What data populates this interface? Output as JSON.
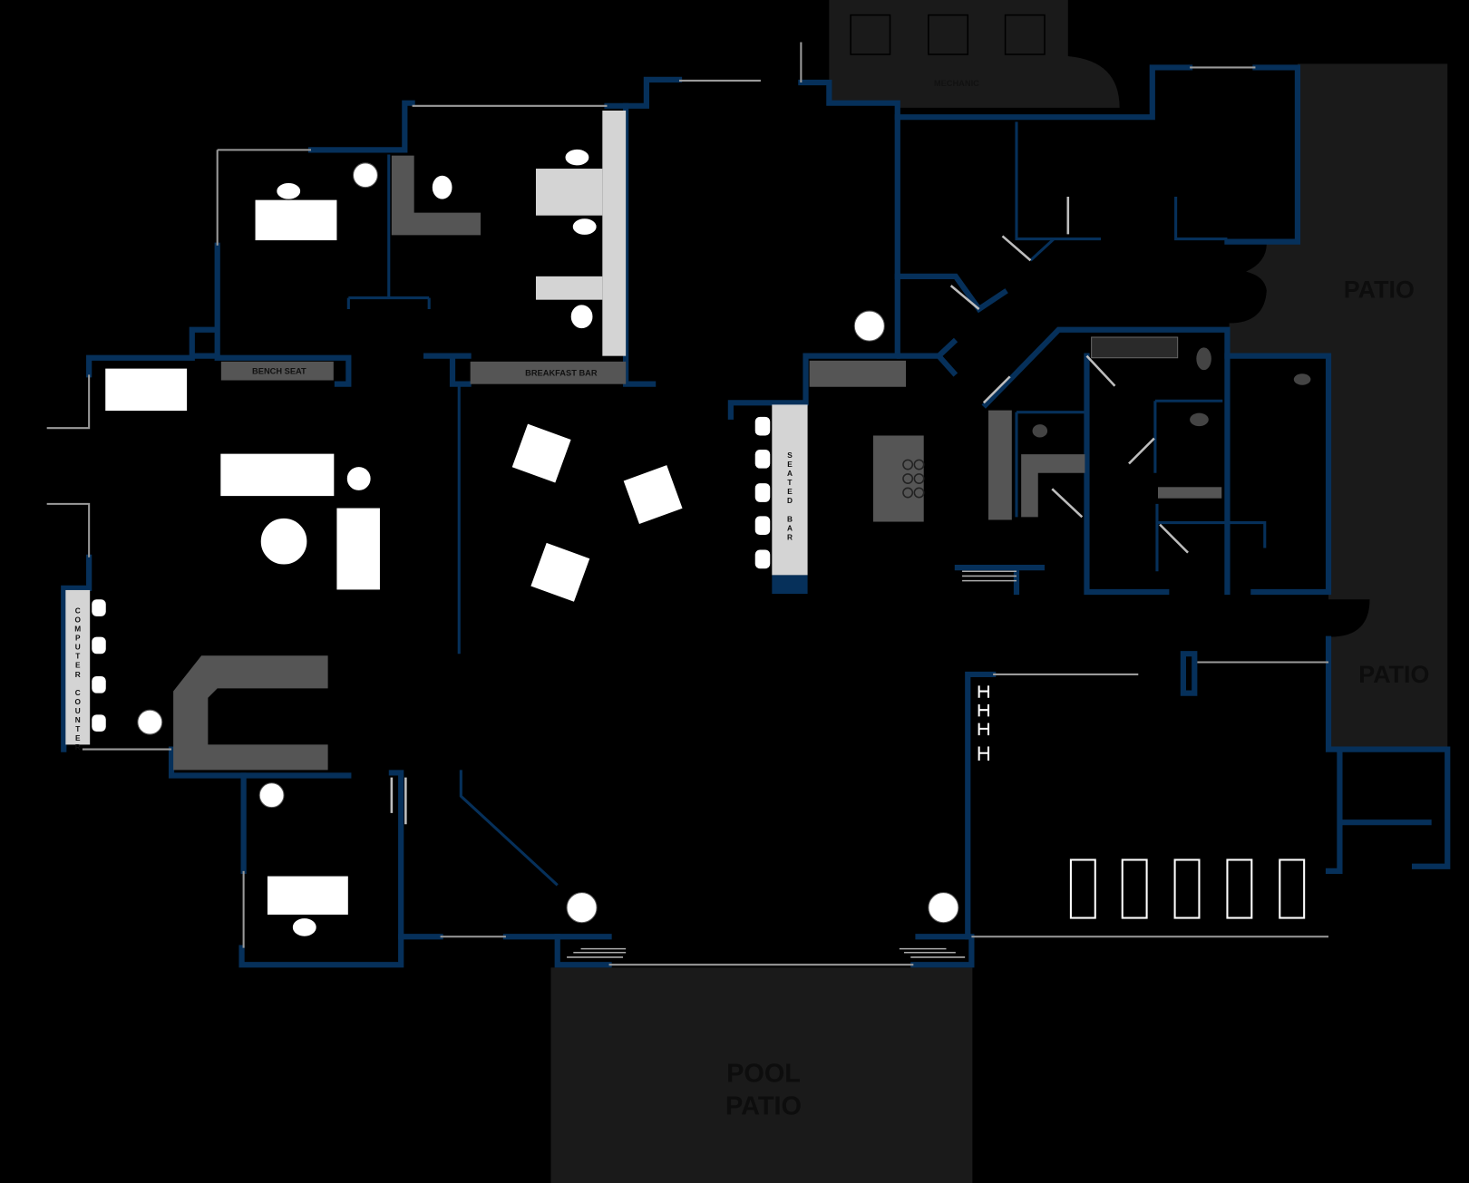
{
  "labels": {
    "mechanic": "MECHANIC",
    "bench_seat": "BENCH SEAT",
    "breakfast_bar": "BREAKFAST BAR",
    "seated_bar": "SEATED BAR",
    "computer_counter": "COMPUTER COUNTER",
    "patio_upper": "PATIO",
    "patio_lower": "PATIO",
    "pool_patio_line1": "POOL",
    "pool_patio_line2": "PATIO"
  },
  "colors": {
    "background": "#000000",
    "walls": "#06305a",
    "patio": "#1a1a1a",
    "furniture": "#ffffff",
    "counters": "#555555",
    "light_counters": "#d4d4d4"
  }
}
